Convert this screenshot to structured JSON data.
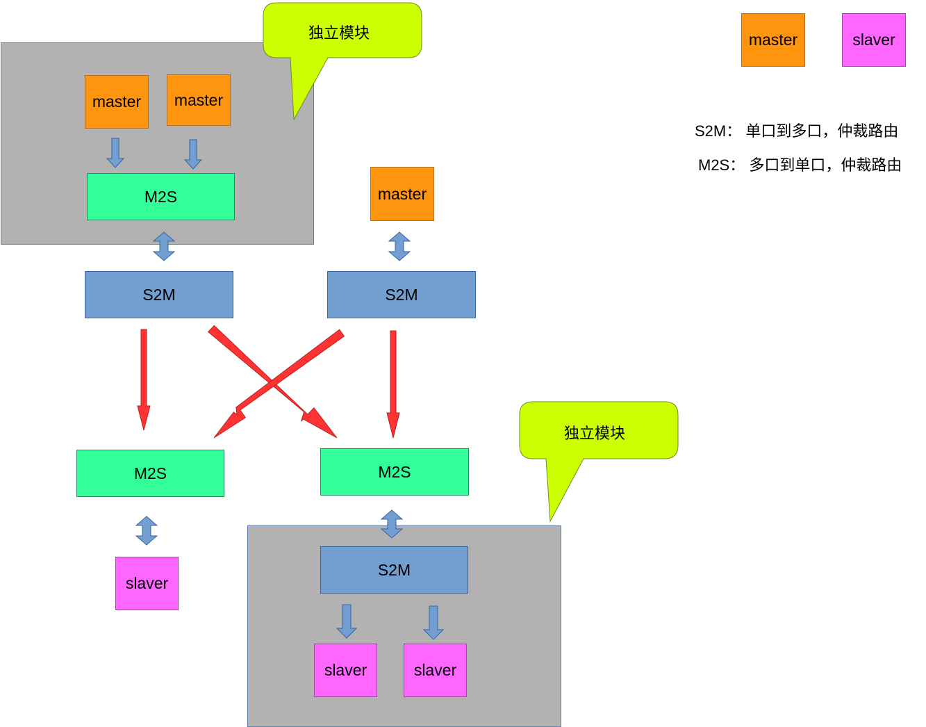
{
  "colors": {
    "master": "#ff950e",
    "slaver": "#ff66ff",
    "m2s": "#33ff99",
    "s2m": "#729fcf",
    "group": "#b2b2b2",
    "callout": "#ccff00",
    "route_arrow": "#ff3333",
    "link_arrow": "#729fcf"
  },
  "legend": {
    "master_label": "master",
    "slaver_label": "slaver",
    "s2m_note": "S2M： 单口到多口，仲裁路由",
    "m2s_note": "M2S： 多口到单口，仲裁路由"
  },
  "callouts": {
    "top": "独立模块",
    "bottom": "独立模块"
  },
  "top_group": {
    "master_1": "master",
    "master_2": "master",
    "m2s": "M2S"
  },
  "right_master": "master",
  "s2m_left": "S2M",
  "s2m_right": "S2M",
  "m2s_left": "M2S",
  "m2s_right": "M2S",
  "slaver_left": "slaver",
  "bottom_group": {
    "s2m": "S2M",
    "slaver_1": "slaver",
    "slaver_2": "slaver"
  }
}
